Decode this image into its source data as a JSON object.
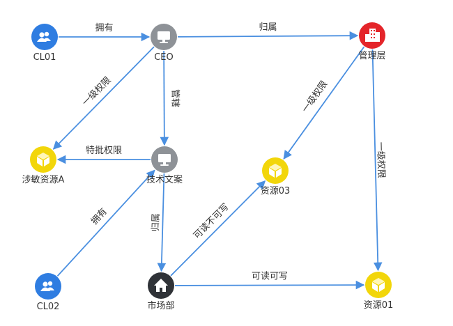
{
  "colors": {
    "edge": "#4a8fe0",
    "user": "#2f7de1",
    "device": "#8e9297",
    "org": "#e4252a",
    "resource": "#f2d60a",
    "department": "#2f3237"
  },
  "nodes": {
    "cl01": {
      "label": "CL01",
      "kind": "user",
      "icon": "users-icon"
    },
    "ceo": {
      "label": "CEO",
      "kind": "device",
      "icon": "monitor-icon"
    },
    "mgmt": {
      "label": "管理层",
      "kind": "org",
      "icon": "building-icon"
    },
    "resA": {
      "label": "涉敏资源A",
      "kind": "resource",
      "icon": "cube-icon"
    },
    "tech": {
      "label": "技术文案",
      "kind": "device",
      "icon": "monitor-icon"
    },
    "res03": {
      "label": "资源03",
      "kind": "resource",
      "icon": "cube-icon"
    },
    "cl02": {
      "label": "CL02",
      "kind": "user",
      "icon": "users-icon"
    },
    "market": {
      "label": "市场部",
      "kind": "department",
      "icon": "home-icon"
    },
    "res01": {
      "label": "资源01",
      "kind": "resource",
      "icon": "cube-icon"
    }
  },
  "edges": {
    "cl01_ceo": {
      "from": "cl01",
      "to": "ceo",
      "label": "拥有"
    },
    "ceo_mgmt": {
      "from": "ceo",
      "to": "mgmt",
      "label": "归属"
    },
    "ceo_resA": {
      "from": "ceo",
      "to": "resA",
      "label": "一级权限"
    },
    "ceo_tech": {
      "from": "ceo",
      "to": "tech",
      "label": "管辖"
    },
    "tech_resA": {
      "from": "tech",
      "to": "resA",
      "label": "特批权限"
    },
    "mgmt_res03": {
      "from": "mgmt",
      "to": "res03",
      "label": "一级权限"
    },
    "mgmt_res01": {
      "from": "mgmt",
      "to": "res01",
      "label": "一级权限"
    },
    "cl02_tech": {
      "from": "cl02",
      "to": "tech",
      "label": "拥有"
    },
    "tech_market": {
      "from": "tech",
      "to": "market",
      "label": "归属"
    },
    "market_res03": {
      "from": "market",
      "to": "res03",
      "label": "可读不可写"
    },
    "market_res01": {
      "from": "market",
      "to": "res01",
      "label": "可读可写"
    }
  }
}
